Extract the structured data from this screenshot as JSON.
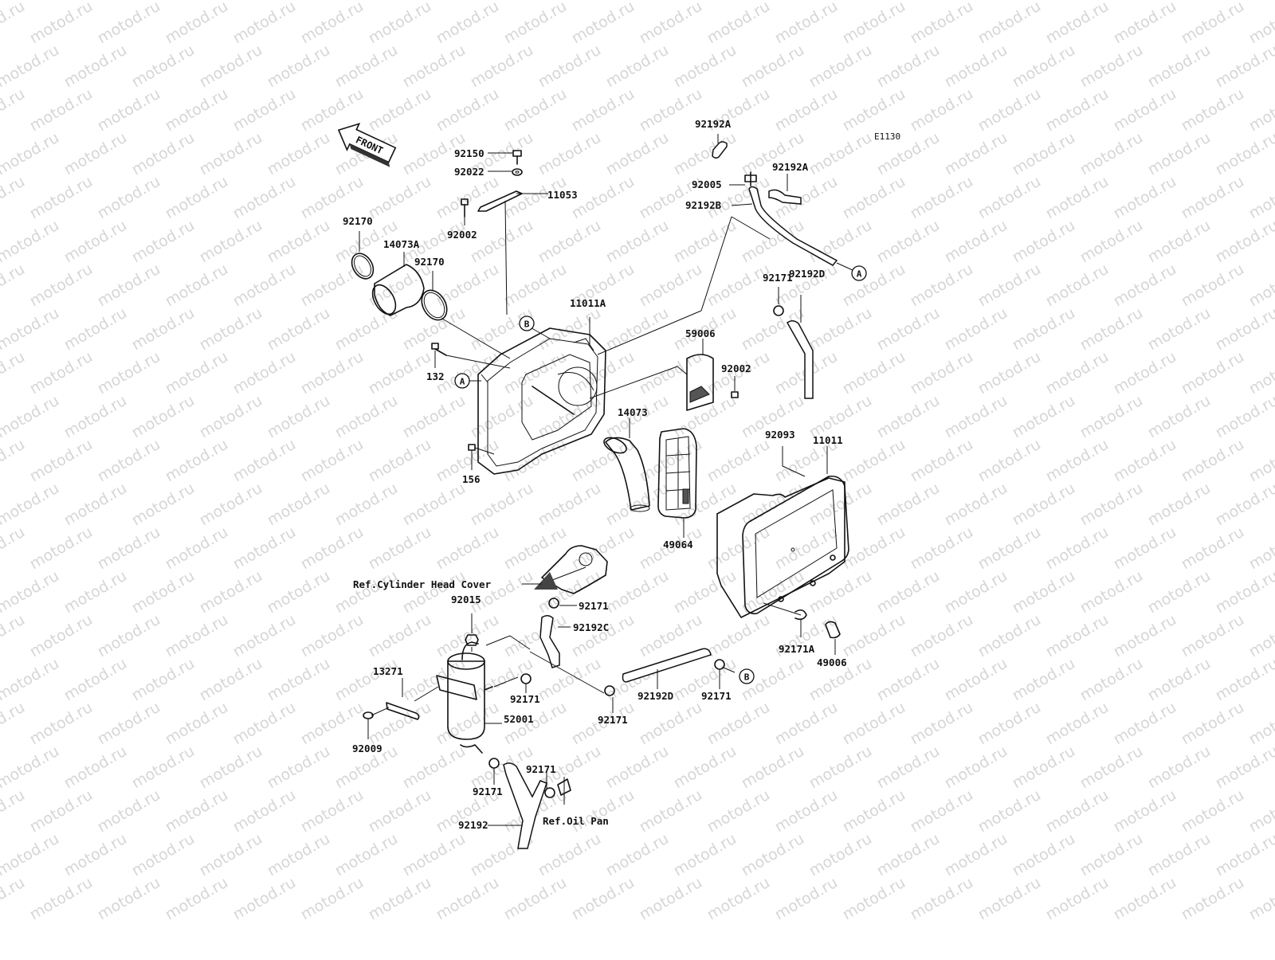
{
  "diagram_code": "E1130",
  "front_label": "FRONT",
  "watermark": "motod.ru",
  "refs": {
    "cylinder_head": "Ref.Cylinder Head Cover",
    "oil_pan": "Ref.Oil Pan"
  },
  "labels": {
    "p92150": "92150",
    "p92022": "92022",
    "p11053": "11053",
    "p92002_top": "92002",
    "p92170_a": "92170",
    "p14073A": "14073A",
    "p92170_b": "92170",
    "p11011A": "11011A",
    "p132": "132",
    "p156": "156",
    "p14073": "14073",
    "p59006": "59006",
    "p92002_mid": "92002",
    "p92192A_a": "92192A",
    "p92192A_b": "92192A",
    "p92005": "92005",
    "p92192B": "92192B",
    "p92171_top": "92171",
    "p92192D_top": "92192D",
    "p92093": "92093",
    "p11011": "11011",
    "p49064": "49064",
    "p92171A": "92171A",
    "p49006": "49006",
    "p92015": "92015",
    "p92171_c": "92171",
    "p92192C": "92192C",
    "p13271": "13271",
    "p92171_d": "92171",
    "p52001": "52001",
    "p92009": "92009",
    "p92171_e": "92171",
    "p92192D_low": "92192D",
    "p92171_f": "92171",
    "p92171_g": "92171",
    "p92171_h": "92171",
    "p92192": "92192"
  },
  "markers": {
    "a1": "A",
    "a2": "A",
    "b1": "B",
    "b2": "B"
  }
}
